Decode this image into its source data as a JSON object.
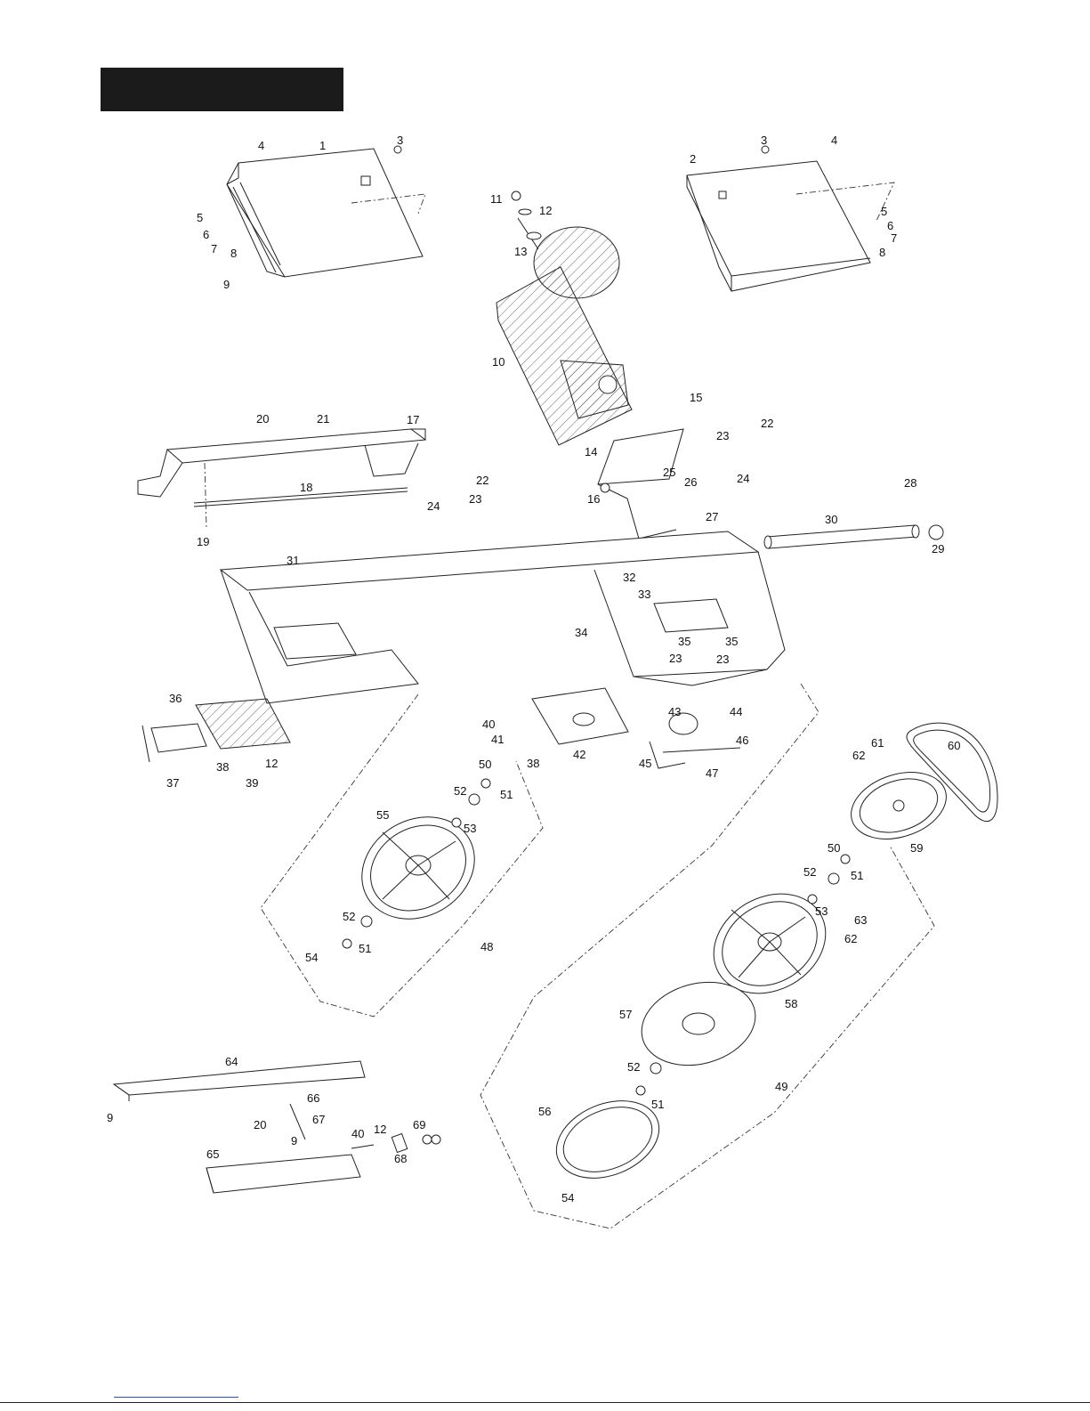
{
  "part_numbers": [
    "1",
    "2",
    "3",
    "4",
    "5",
    "6",
    "7",
    "8",
    "9",
    "10",
    "11",
    "12",
    "13",
    "14",
    "15",
    "16",
    "17",
    "18",
    "19",
    "20",
    "21",
    "22",
    "23",
    "24",
    "25",
    "26",
    "27",
    "28",
    "29",
    "30",
    "31",
    "32",
    "33",
    "34",
    "35",
    "36",
    "37",
    "38",
    "39",
    "40",
    "41",
    "42",
    "43",
    "44",
    "45",
    "46",
    "47",
    "48",
    "49",
    "50",
    "51",
    "52",
    "53",
    "54",
    "55",
    "56",
    "57",
    "58",
    "59",
    "60",
    "61",
    "62",
    "63",
    "64",
    "65",
    "66",
    "67",
    "68",
    "69"
  ],
  "colors": {
    "title_bar": "#1b1b1b",
    "line": "#222222",
    "footer_link": "#2a4fd6"
  }
}
